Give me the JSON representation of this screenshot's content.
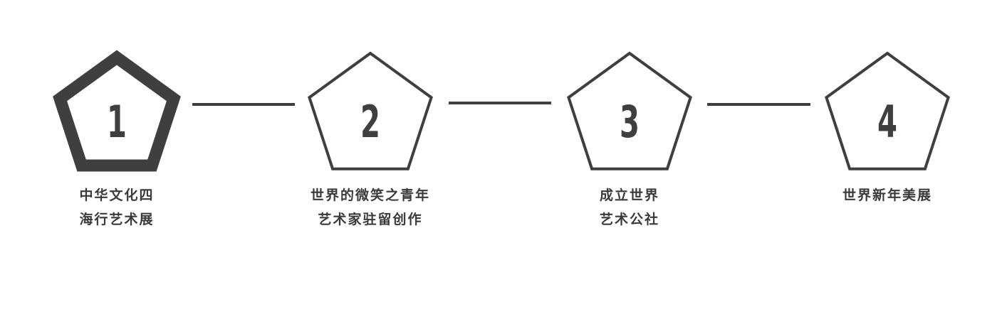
{
  "steps": [
    {
      "number": "1",
      "label_lines": [
        "中华文化四",
        "海行艺术展"
      ],
      "active": true
    },
    {
      "number": "2",
      "label_lines": [
        "世界的微笑之青年",
        "艺术家驻留创作"
      ],
      "active": false
    },
    {
      "number": "3",
      "label_lines": [
        "成立世界",
        "艺术公社"
      ],
      "active": false
    },
    {
      "number": "4",
      "label_lines": [
        "世界新年美展"
      ],
      "active": false
    }
  ],
  "colors": {
    "stroke": "#3f3f3f",
    "text": "#3a3a3a",
    "background": "#ffffff"
  }
}
